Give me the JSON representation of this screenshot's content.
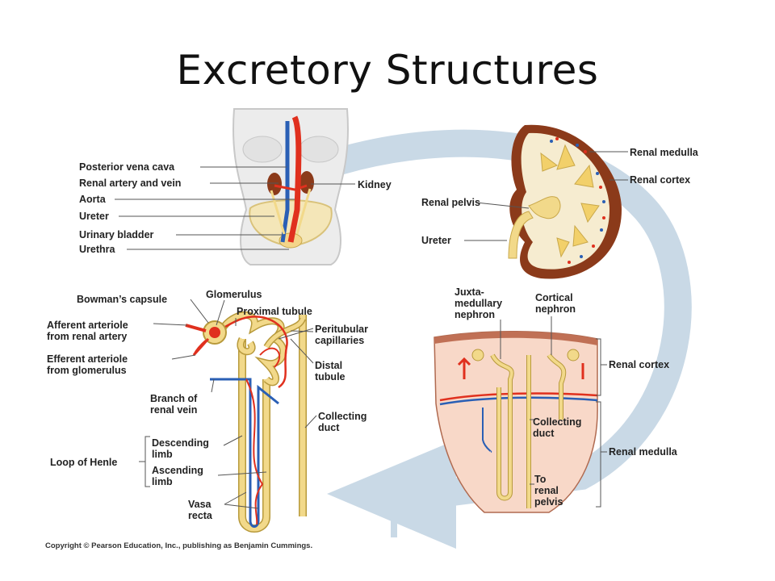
{
  "title": "Excretory Structures",
  "body_diagram": {
    "posterior_vena_cava": "Posterior vena cava",
    "renal_artery_vein": "Renal artery and vein",
    "aorta": "Aorta",
    "ureter": "Ureter",
    "urinary_bladder": "Urinary bladder",
    "urethra": "Urethra",
    "kidney": "Kidney"
  },
  "kidney_section": {
    "renal_medulla": "Renal medulla",
    "renal_cortex": "Renal cortex",
    "renal_pelvis": "Renal pelvis",
    "ureter": "Ureter"
  },
  "nephron_detail": {
    "bowmans_capsule": "Bowman’s capsule",
    "glomerulus": "Glomerulus",
    "proximal_tubule": "Proximal tubule",
    "afferent_arteriole": [
      "Afferent arteriole",
      "from renal artery"
    ],
    "efferent_arteriole": [
      "Efferent arteriole",
      "from glomerulus"
    ],
    "peritubular_capillaries": [
      "Peritubular",
      "capillaries"
    ],
    "distal_tubule": [
      "Distal",
      "tubule"
    ],
    "branch_renal_vein": [
      "Branch of",
      "renal vein"
    ],
    "collecting_duct": [
      "Collecting",
      "duct"
    ],
    "loop_of_henle": "Loop of Henle",
    "descending_limb": [
      "Descending",
      "limb"
    ],
    "ascending_limb": [
      "Ascending",
      "limb"
    ],
    "vasa_recta": [
      "Vasa",
      "recta"
    ]
  },
  "tissue_section": {
    "juxtamedullary_nephron": [
      "Juxta-",
      "medullary",
      "nephron"
    ],
    "cortical_nephron": [
      "Cortical",
      "nephron"
    ],
    "renal_cortex": "Renal cortex",
    "collecting_duct": [
      "Collecting",
      "duct"
    ],
    "renal_medulla": "Renal medulla",
    "to_renal_pelvis": [
      "To",
      "renal",
      "pelvis"
    ]
  },
  "copyright": "Copyright © Pearson Education, Inc., publishing as Benjamin Cummings.",
  "colors": {
    "arrow": "#c9d9e6",
    "artery": "#e0301e",
    "vein": "#2a5fb5",
    "tubule": "#f2d98a",
    "tubule_outline": "#b89a3c",
    "kidney_outer": "#8b3a1a",
    "tissue": "#f8d8c8"
  }
}
